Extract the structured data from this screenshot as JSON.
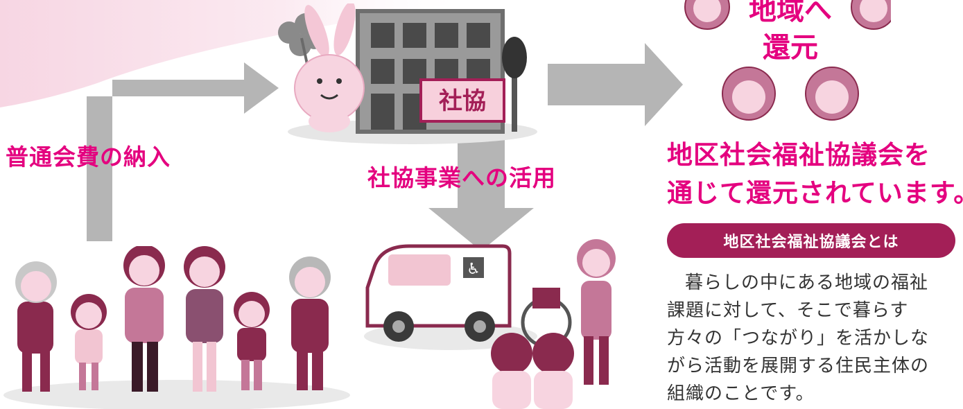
{
  "labels": {
    "dues_payment": "普通会費の納入",
    "shakyo_use": "社協事業への活用",
    "building_sign": "社協",
    "circle_text_line1": "地域へ",
    "circle_text_line2": "還元"
  },
  "heading": {
    "line1": "地区社会福祉協議会を",
    "line2": "通じて還元されています。"
  },
  "pill": {
    "text": "地区社会福祉協議会とは"
  },
  "description": {
    "lines": [
      "暮らしの中にある地域の福祉",
      "課題に対して、そこで暮らす",
      "方々の「つながり」を活かしな",
      "がら活動を展開する住民主体の",
      "組織のことです。"
    ]
  },
  "colors": {
    "accent_magenta": "#e4007f",
    "pill_bg": "#a31f57",
    "arrow_gray": "#b5b5b5",
    "figure_dark": "#8a2a4e",
    "figure_mid": "#c47798",
    "figure_light": "#f2c5d2"
  }
}
